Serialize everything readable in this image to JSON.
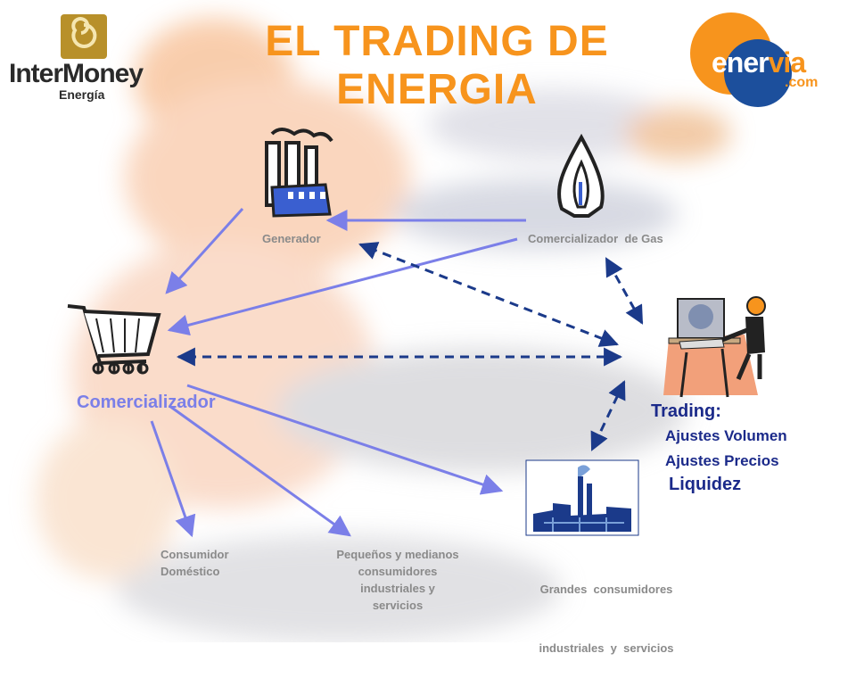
{
  "title": {
    "line1": "EL TRADING DE",
    "line2": "ENERGIA"
  },
  "logos": {
    "intermoney": {
      "name": "InterMoney",
      "sub": "Energía"
    },
    "enervia": {
      "part1": "ener",
      "part2": "via",
      "domain": ".com"
    }
  },
  "nodes": {
    "generador": "Generador",
    "gas": "Comercializador  de Gas",
    "comercializador": "Comercializador",
    "trading": {
      "label": "Trading",
      "colon": ":",
      "items": [
        "Ajustes Volumen",
        "Ajustes Precios"
      ],
      "liquidez": "Liquidez"
    },
    "domestico": {
      "line1": "Consumidor",
      "line2": "Doméstico"
    },
    "pymes": {
      "line1": "Pequeños y medianos",
      "line2": "consumidores",
      "line3": "industriales y",
      "line4": "servicios"
    },
    "grandes": {
      "line1": "Grandes  consumidores",
      "line2": "industriales  y  servicios"
    }
  },
  "colors": {
    "title": "#f7941d",
    "arrow_solid": "#7b7fe8",
    "arrow_dashed": "#1b3a8a",
    "trading_text": "#1b2a8a",
    "logo_gold": "#b8902a",
    "logo_orange": "#f7941d",
    "logo_blue": "#1c4f9c"
  },
  "icons": [
    "factory-icon",
    "gas-flame-icon",
    "shopping-cart-icon",
    "trader-computer-icon",
    "industrial-plant-icon"
  ]
}
